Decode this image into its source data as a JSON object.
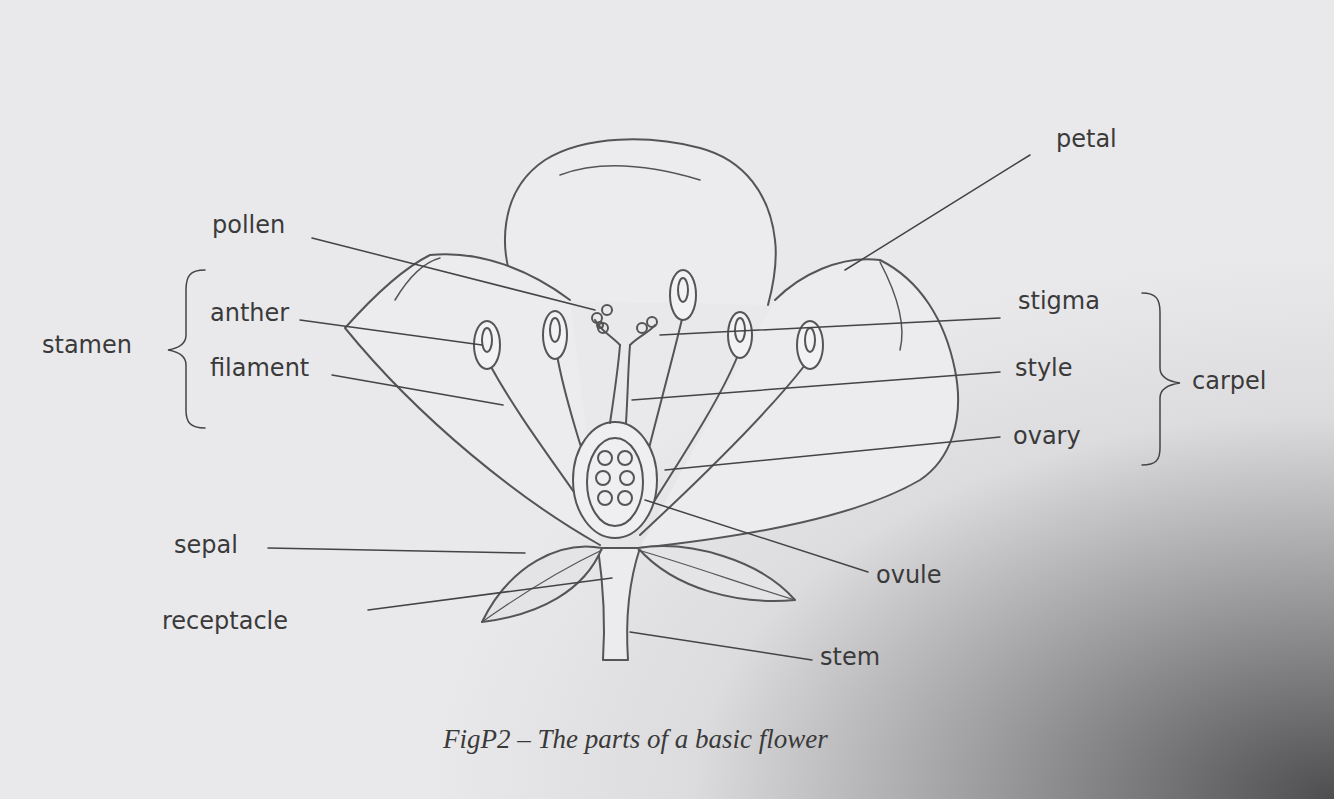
{
  "diagram": {
    "caption": "FigP2 – The parts of a basic flower",
    "labels": [
      "pollen",
      "petal",
      "stamen",
      "anther",
      "filament",
      "stigma",
      "style",
      "carpel",
      "ovary",
      "sepal",
      "ovule",
      "receptacle",
      "stem"
    ]
  }
}
